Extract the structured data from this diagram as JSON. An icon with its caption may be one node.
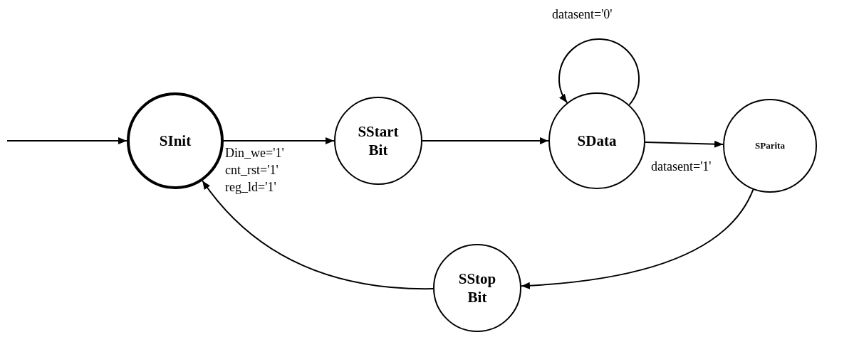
{
  "diagram": {
    "nodes": [
      {
        "text": [
          "SInit"
        ]
      },
      {
        "text": [
          "SStart Bit"
        ]
      },
      {
        "text": [
          "SData"
        ]
      },
      {
        "text": [
          "SParita"
        ]
      },
      {
        "text": [
          "SStop Bit"
        ]
      }
    ],
    "edges": [
      {
        "from": null,
        "to": 0,
        "arrow": "to"
      },
      {
        "from": 0,
        "to": 1,
        "arrow": "to",
        "label": "Din_we='1' cnt_rst='1' reg_ld='1'"
      },
      {
        "from": 1,
        "to": 2,
        "arrow": "to"
      },
      {
        "from": 2,
        "to": 2,
        "arrow": "to",
        "label": "datasent='0'"
      },
      {
        "from": 2,
        "to": 3,
        "arrow": "to",
        "label": "datasent='1'"
      },
      {
        "from": 3,
        "to": 4,
        "arrow": "to"
      },
      {
        "from": 4,
        "to": 0,
        "arrow": "to"
      }
    ]
  }
}
